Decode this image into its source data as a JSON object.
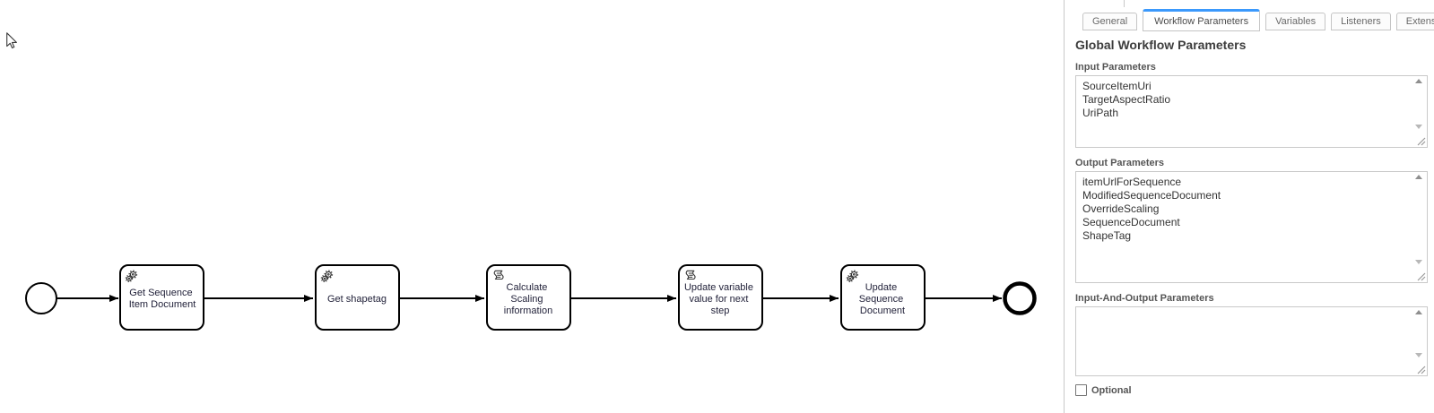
{
  "colors": {
    "accent_blue": "#3b99fc",
    "shape_stroke": "#000000",
    "panel_border": "#c9c9c9"
  },
  "panel": {
    "tabs": [
      {
        "label": "General",
        "active": false
      },
      {
        "label": "Workflow Parameters",
        "active": true
      },
      {
        "label": "Variables",
        "active": false
      },
      {
        "label": "Listeners",
        "active": false
      },
      {
        "label": "Extensions",
        "active": false
      }
    ],
    "heading": "Global Workflow Parameters",
    "fields": {
      "input": {
        "label": "Input Parameters",
        "value": "SourceItemUri\nTargetAspectRatio\nUriPath"
      },
      "output": {
        "label": "Output Parameters",
        "value": "itemUrlForSequence\nModifiedSequenceDocument\nOverrideScaling\nSequenceDocument\nShapeTag"
      },
      "input_output": {
        "label": "Input-And-Output Parameters",
        "value": ""
      }
    },
    "optional": {
      "label": "Optional",
      "checked": false
    }
  },
  "diagram": {
    "start_event": {
      "type": "start-event"
    },
    "end_event": {
      "type": "end-event"
    },
    "tasks": [
      {
        "icon": "gears",
        "type": "service-task",
        "lines": [
          "Get Sequence",
          "Item Document"
        ]
      },
      {
        "icon": "gears",
        "type": "service-task",
        "lines": [
          "Get shapetag"
        ]
      },
      {
        "icon": "scroll",
        "type": "script-task",
        "lines": [
          "Calculate",
          "Scaling",
          "information"
        ]
      },
      {
        "icon": "scroll",
        "type": "script-task",
        "lines": [
          "Update variable",
          "value for next",
          "step"
        ]
      },
      {
        "icon": "gears",
        "type": "service-task",
        "lines": [
          "Update",
          "Sequence",
          "Document"
        ]
      }
    ]
  }
}
